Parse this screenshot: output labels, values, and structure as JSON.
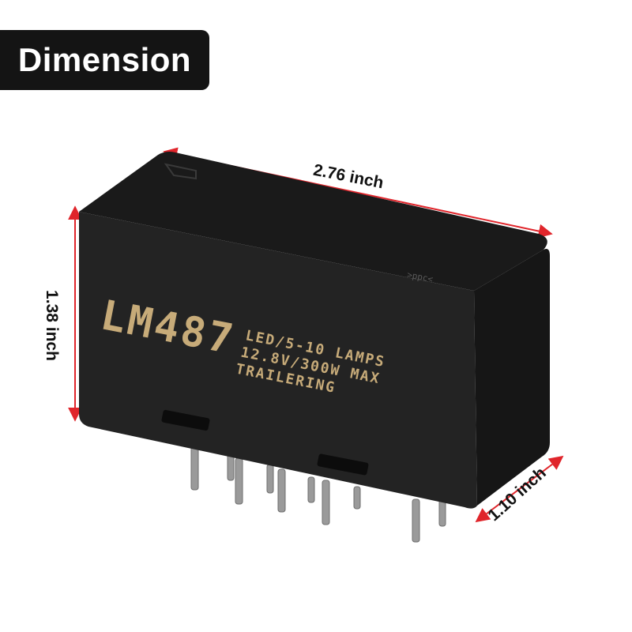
{
  "badge": {
    "title": "Dimension"
  },
  "dimensions": {
    "width": "2.76 inch",
    "height": "1.38 inch",
    "depth": "1.10 inch"
  },
  "product": {
    "model": "LM487",
    "spec_line1": "LED/5-10 LAMPS",
    "spec_line2": "12.8V/300W MAX",
    "spec_line3": "TRAILERING",
    "edge_mark": ">ppc<"
  },
  "colors": {
    "badge_bg": "#141414",
    "arrow": "#e0252b",
    "body": "#1c1c1c",
    "print": "#c7ab79"
  }
}
